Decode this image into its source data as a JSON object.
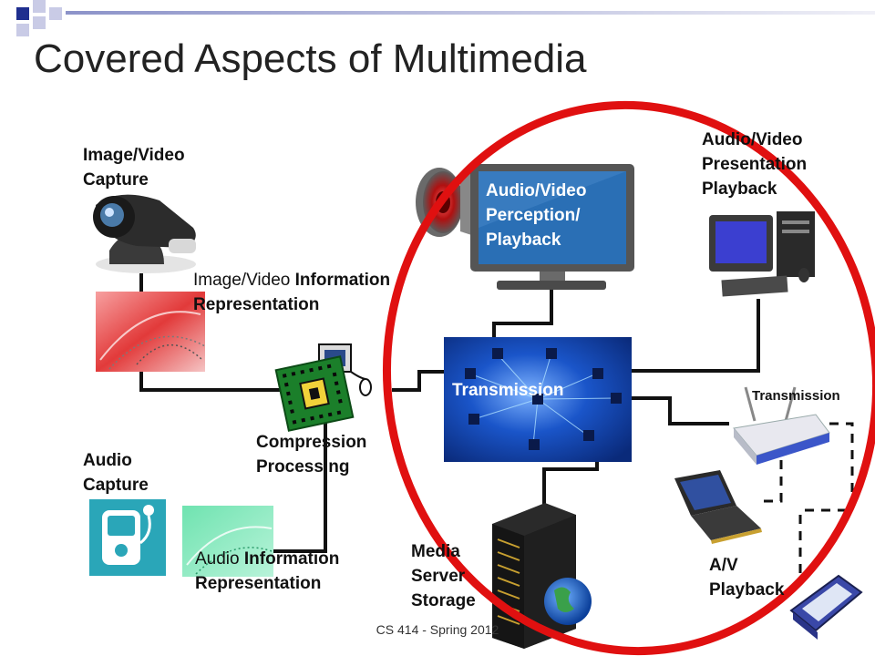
{
  "slide": {
    "title": "Covered Aspects of Multimedia",
    "footer": "CS 414 - Spring 2012"
  },
  "labels": {
    "image_video_capture": "Image/Video\nCapture",
    "image_video_info_a": "Image/Video ",
    "image_video_info_b": "Information",
    "image_video_info_c": "Representation",
    "compression": "Compression\nProcessing",
    "audio_capture": "Audio\nCapture",
    "audio_info_a": "Audio ",
    "audio_info_b": "Information",
    "audio_info_c": "Representation",
    "media_server": "Media\nServer\nStorage",
    "av_perception": "Audio/Video\nPerception/\nPlayback",
    "transmission_center": "Transmission",
    "transmission_right": "Transmission",
    "av_presentation": "Audio/Video\nPresentation\nPlayback",
    "av_playback": "A/V\nPlayback"
  },
  "icons": {
    "webcam": "webcam-icon",
    "image_texture": "image-texture-icon",
    "chip": "chip-icon",
    "audio_recorder": "audio-recorder-icon",
    "audio_texture": "audio-texture-icon",
    "speaker": "speaker-icon",
    "monitor": "monitor-icon",
    "network": "network-icon",
    "desktop": "desktop-computer-icon",
    "router": "wireless-router-icon",
    "laptop": "laptop-icon",
    "phone": "mobile-phone-icon",
    "server": "server-icon"
  },
  "colors": {
    "accent_red": "#e01010",
    "network_blue": "#1a55c9",
    "monitor_blue": "#2a6fb5",
    "slide_bar": "#1f2f8f"
  }
}
